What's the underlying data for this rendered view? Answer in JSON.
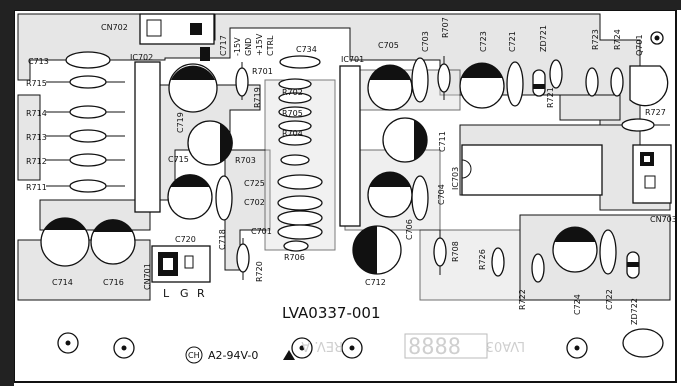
{
  "board": {
    "part_number": "LVA0337-001",
    "rev": "REV. A",
    "cert": "A2-94V-0",
    "cert_badge": "CH",
    "mirrored_part_number": "LVA0337-001",
    "seven_seg": "8888"
  },
  "connectors": {
    "cn702": "CN702",
    "cn701": "CN701",
    "cn703": "CN703",
    "cn702_pins": [
      "-15V",
      "GND",
      "+15V",
      "CTRL"
    ],
    "cn701_pins": [
      "L",
      "G",
      "R"
    ]
  },
  "ics": {
    "ic702": "IC702",
    "ic701": "IC701",
    "ic703": "IC703"
  },
  "transistors": {
    "q701": "Q701"
  },
  "diodes": {
    "zd721": "ZD721",
    "zd722": "ZD722"
  },
  "resistors": {
    "r715": "R715",
    "r714": "R714",
    "r713": "R713",
    "r712": "R712",
    "r711": "R711",
    "r701": "R701",
    "r719": "R719",
    "r702": "R702",
    "r705": "R705",
    "r704": "R704",
    "r703": "R703",
    "r706": "R706",
    "r720": "R720",
    "r707": "R707",
    "r721": "R721",
    "r723": "R723",
    "r724": "R724",
    "r727": "R727",
    "r708": "R708",
    "r726": "R726",
    "r722": "R722"
  },
  "capacitors": {
    "c713": "C713",
    "c717": "C717",
    "c734": "C734",
    "c719": "C719",
    "c715": "C715",
    "c725": "C725",
    "c702": "C702",
    "c701": "C701",
    "c714": "C714",
    "c716": "C716",
    "c720": "C720",
    "c718": "C718",
    "c705": "C705",
    "c703": "C703",
    "c723": "C723",
    "c721": "C721",
    "c711": "C711",
    "c704": "C704",
    "c706": "C706",
    "c712": "C712",
    "c724": "C724",
    "c722": "C722"
  }
}
